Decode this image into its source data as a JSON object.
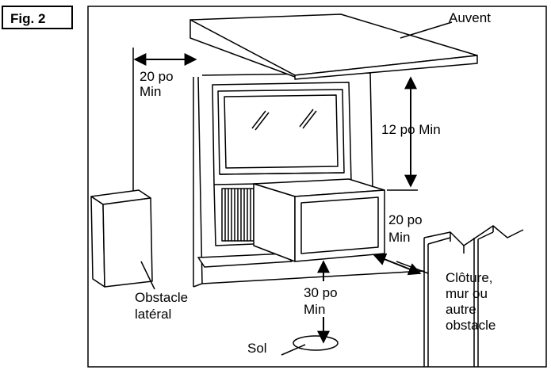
{
  "figure_label": "Fig. 2",
  "labels": {
    "awning": "Auvent",
    "side_clearance": [
      "20 po",
      "Min"
    ],
    "top_clearance": "12 po Min",
    "front_clearance": [
      "20 po",
      "Min"
    ],
    "bottom_clearance": [
      "30 po",
      "Min"
    ],
    "side_obstacle": [
      "Obstacle",
      "latéral"
    ],
    "ground": "Sol",
    "fence": [
      "Clôture,",
      "mur ou",
      "autre",
      "obstacle"
    ]
  }
}
